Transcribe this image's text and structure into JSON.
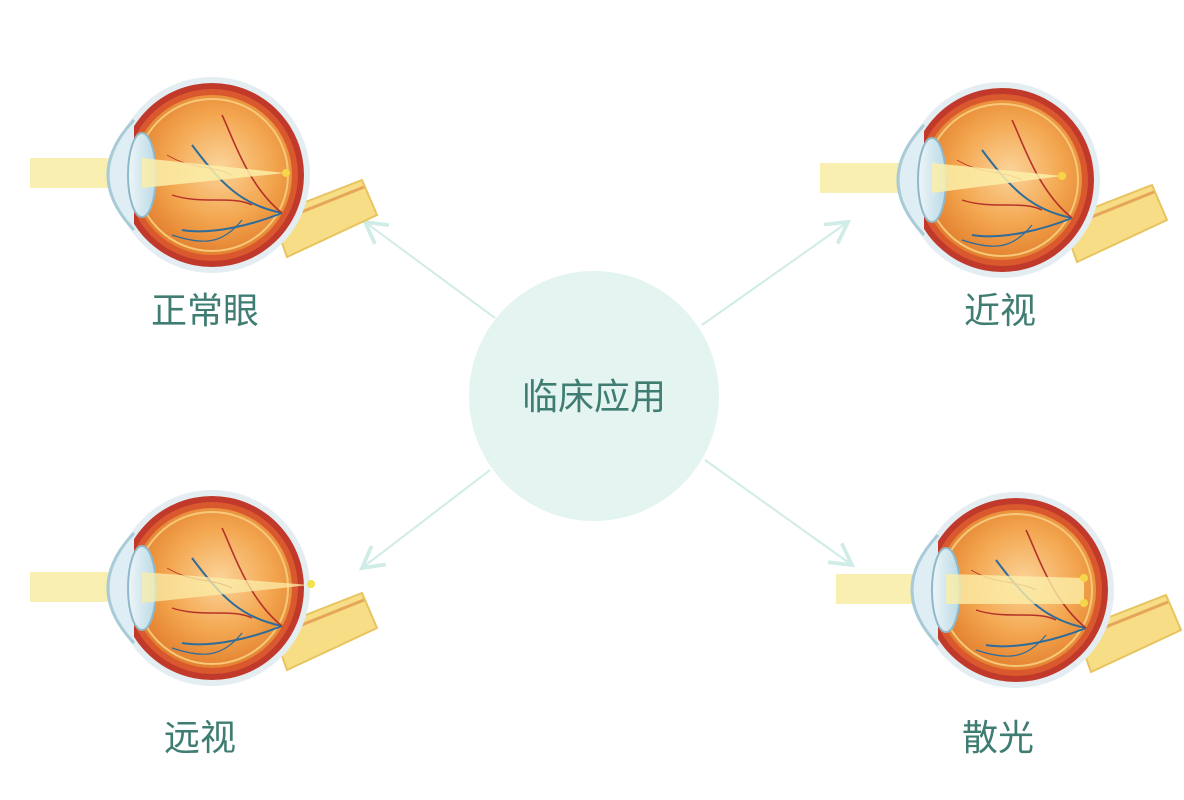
{
  "center": {
    "label": "临床应用",
    "color": "#e3f4f1"
  },
  "eyes": [
    {
      "id": "normal",
      "label": "正常眼",
      "focus": "on-retina"
    },
    {
      "id": "myopia",
      "label": "近视",
      "focus": "in-front-of-retina"
    },
    {
      "id": "hyperopia",
      "label": "远视",
      "focus": "behind-retina"
    },
    {
      "id": "astigmatism",
      "label": "散光",
      "focus": "multiple-points"
    }
  ],
  "colors": {
    "text": "#3f7d73",
    "arrow": "#cfece7",
    "sclera": "#c0392b",
    "vitreous": "#ef9a3c",
    "light_beam": "#f8efb0",
    "lens": "#cfe6ef",
    "vessel": "#2e6c9a"
  }
}
